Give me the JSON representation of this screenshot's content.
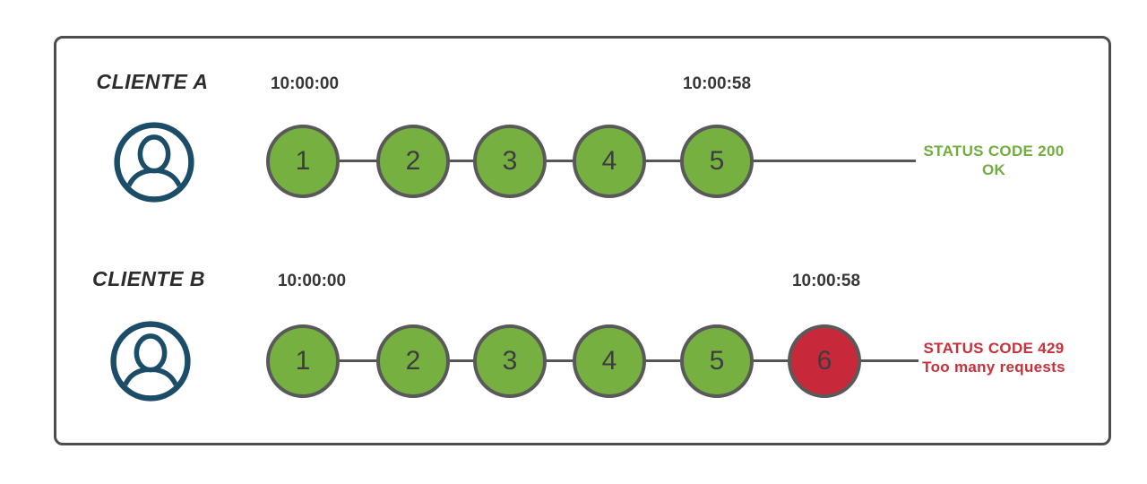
{
  "diagram": {
    "rows": [
      {
        "client": "CLIENTE A",
        "start_time": "10:00:00",
        "end_time": "10:00:58",
        "circles": [
          "1",
          "2",
          "3",
          "4",
          "5"
        ],
        "status": {
          "line1": "STATUS CODE 200",
          "line2": "OK"
        }
      },
      {
        "client": "CLIENTE B",
        "start_time": "10:00:00",
        "end_time": "10:00:58",
        "circles": [
          "1",
          "2",
          "3",
          "4",
          "5",
          "6"
        ],
        "status": {
          "line1": "STATUS CODE 429",
          "line2": "Too many requests"
        }
      }
    ],
    "colors": {
      "request_ok_fill": "#76b041",
      "request_blocked_fill": "#c8293a",
      "status_ok_text": "#72ad40",
      "status_blocked_text": "#c8303a",
      "circle_border": "#595959",
      "timeline": "#565656",
      "frame_border": "#4d4d4d",
      "user_icon": "#1c4d68",
      "label_text": "#2c2c2c",
      "timestamp_text": "#373737"
    }
  }
}
